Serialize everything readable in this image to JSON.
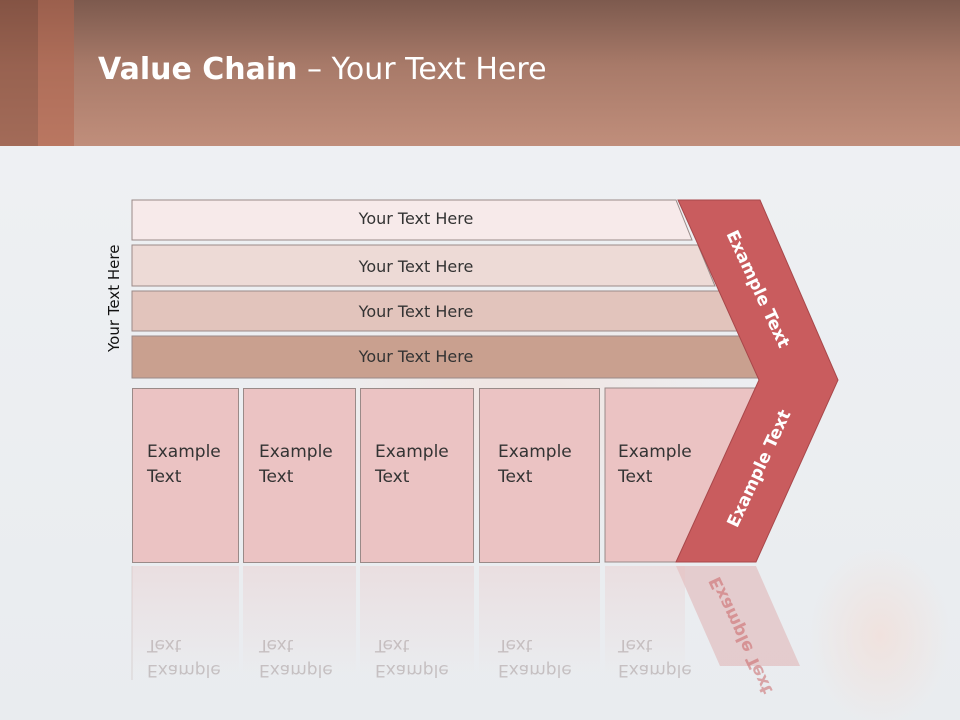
{
  "slide": {
    "title_bold": "Value Chain",
    "title_rest": " – Your Text Here"
  },
  "left_label": "Your Text Here",
  "bars": [
    {
      "label": "Your Text Here",
      "color": "#f7eaea"
    },
    {
      "label": "Your Text Here",
      "color": "#eddad6"
    },
    {
      "label": "Your Text Here",
      "color": "#e2c4bc"
    },
    {
      "label": "Your Text Here",
      "color": "#c9a08f"
    }
  ],
  "boxes": [
    {
      "line1": "Example",
      "line2": "Text"
    },
    {
      "line1": "Example",
      "line2": "Text"
    },
    {
      "line1": "Example",
      "line2": "Text"
    },
    {
      "line1": "Example",
      "line2": "Text"
    },
    {
      "line1": "Example",
      "line2": "Text"
    }
  ],
  "chevron": {
    "upper_label": "Example Text",
    "lower_label": "Example Text",
    "color": "#c95c5e"
  },
  "box_color": "#ebc3c3"
}
